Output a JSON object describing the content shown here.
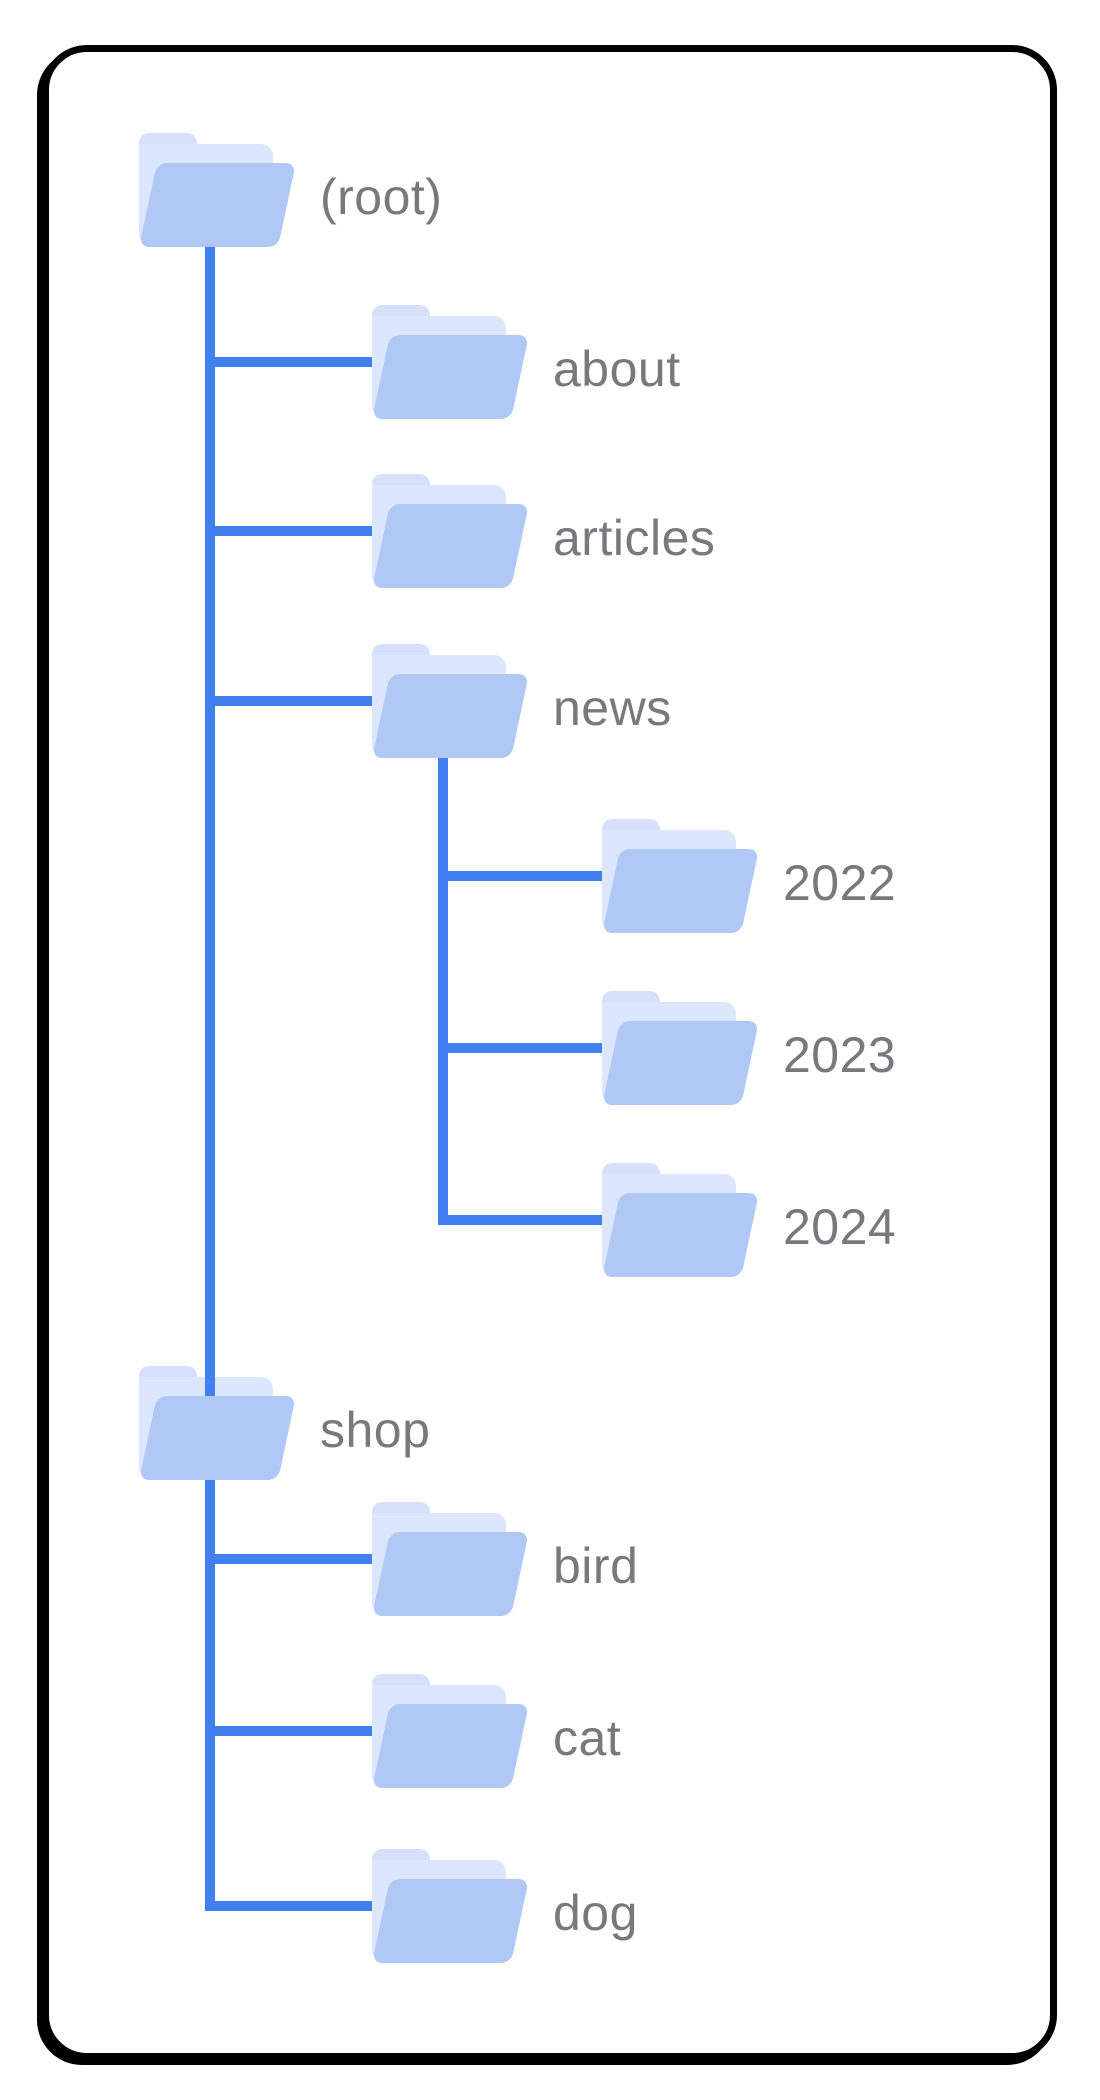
{
  "diagram": {
    "type": "folder-tree",
    "description": "site directory structure diagram",
    "colors": {
      "card_bg": "#FFFFFF",
      "card_border": "#000000",
      "line": "#4080F0",
      "folder_front": "#AFC8F5",
      "folder_back": "#DCE6FC",
      "folder_tab": "#D5E1FA",
      "label": "#77797C"
    },
    "nodes": [
      {
        "id": "root",
        "label": "(root)",
        "parent": null,
        "icon": "open-folder-icon"
      },
      {
        "id": "about",
        "label": "about",
        "parent": "root",
        "icon": "open-folder-icon"
      },
      {
        "id": "articles",
        "label": "articles",
        "parent": "root",
        "icon": "open-folder-icon"
      },
      {
        "id": "news",
        "label": "news",
        "parent": "root",
        "icon": "open-folder-icon"
      },
      {
        "id": "2022",
        "label": "2022",
        "parent": "news",
        "icon": "open-folder-icon"
      },
      {
        "id": "2023",
        "label": "2023",
        "parent": "news",
        "icon": "open-folder-icon"
      },
      {
        "id": "2024",
        "label": "2024",
        "parent": "news",
        "icon": "open-folder-icon"
      },
      {
        "id": "shop",
        "label": "shop",
        "parent": "root",
        "icon": "open-folder-icon"
      },
      {
        "id": "bird",
        "label": "bird",
        "parent": "shop",
        "icon": "open-folder-icon"
      },
      {
        "id": "cat",
        "label": "cat",
        "parent": "shop",
        "icon": "open-folder-icon"
      },
      {
        "id": "dog",
        "label": "dog",
        "parent": "shop",
        "icon": "open-folder-icon"
      }
    ]
  }
}
